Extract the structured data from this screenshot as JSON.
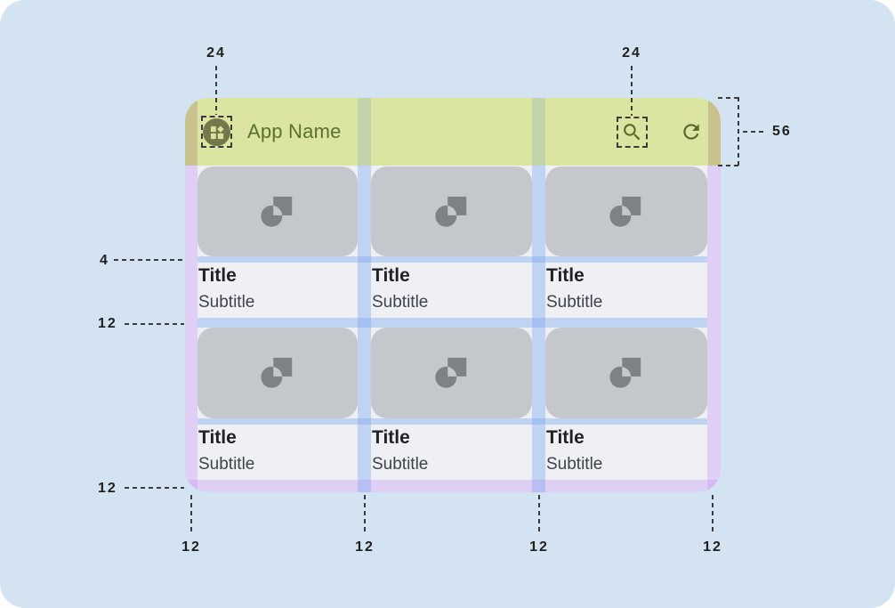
{
  "app_bar": {
    "title": "App Name",
    "icons": {
      "menu": "dashboard-icon",
      "search": "search-icon",
      "refresh": "refresh-icon"
    }
  },
  "cards": [
    {
      "title": "Title",
      "subtitle": "Subtitle"
    },
    {
      "title": "Title",
      "subtitle": "Subtitle"
    },
    {
      "title": "Title",
      "subtitle": "Subtitle"
    },
    {
      "title": "Title",
      "subtitle": "Subtitle"
    },
    {
      "title": "Title",
      "subtitle": "Subtitle"
    },
    {
      "title": "Title",
      "subtitle": "Subtitle"
    }
  ],
  "annotations": {
    "icon_size_left": "24",
    "icon_size_right": "24",
    "app_bar_height": "56",
    "image_text_gap": "4",
    "row_gap": "12",
    "bottom_margin_left": "12",
    "bottom_margins": [
      "12",
      "12",
      "12",
      "12"
    ]
  },
  "colors": {
    "outer_bg": "#d3e3f1",
    "mockup_bg": "#eef0f3",
    "bar_green": "#dbe5a1",
    "bar_edge_olive": "#c9c28f",
    "bar_gutter_sage": "#c2d4a9",
    "purple_ov": "rgba(196,139,245,0.33)",
    "blue_ov": "rgba(121,164,241,0.38)",
    "card_gray": "#c4c7cb",
    "card_icon_gray": "#7e8287",
    "title_color": "#202226",
    "subtitle_color": "#3f4449",
    "appname_color": "#5c7031",
    "icon_olive": "#57672c",
    "app_icon_circle": "#75774a",
    "app_icon_glyph": "#d8e39b",
    "ann_color": "#202020",
    "dash_color": "#3b3b3b"
  }
}
